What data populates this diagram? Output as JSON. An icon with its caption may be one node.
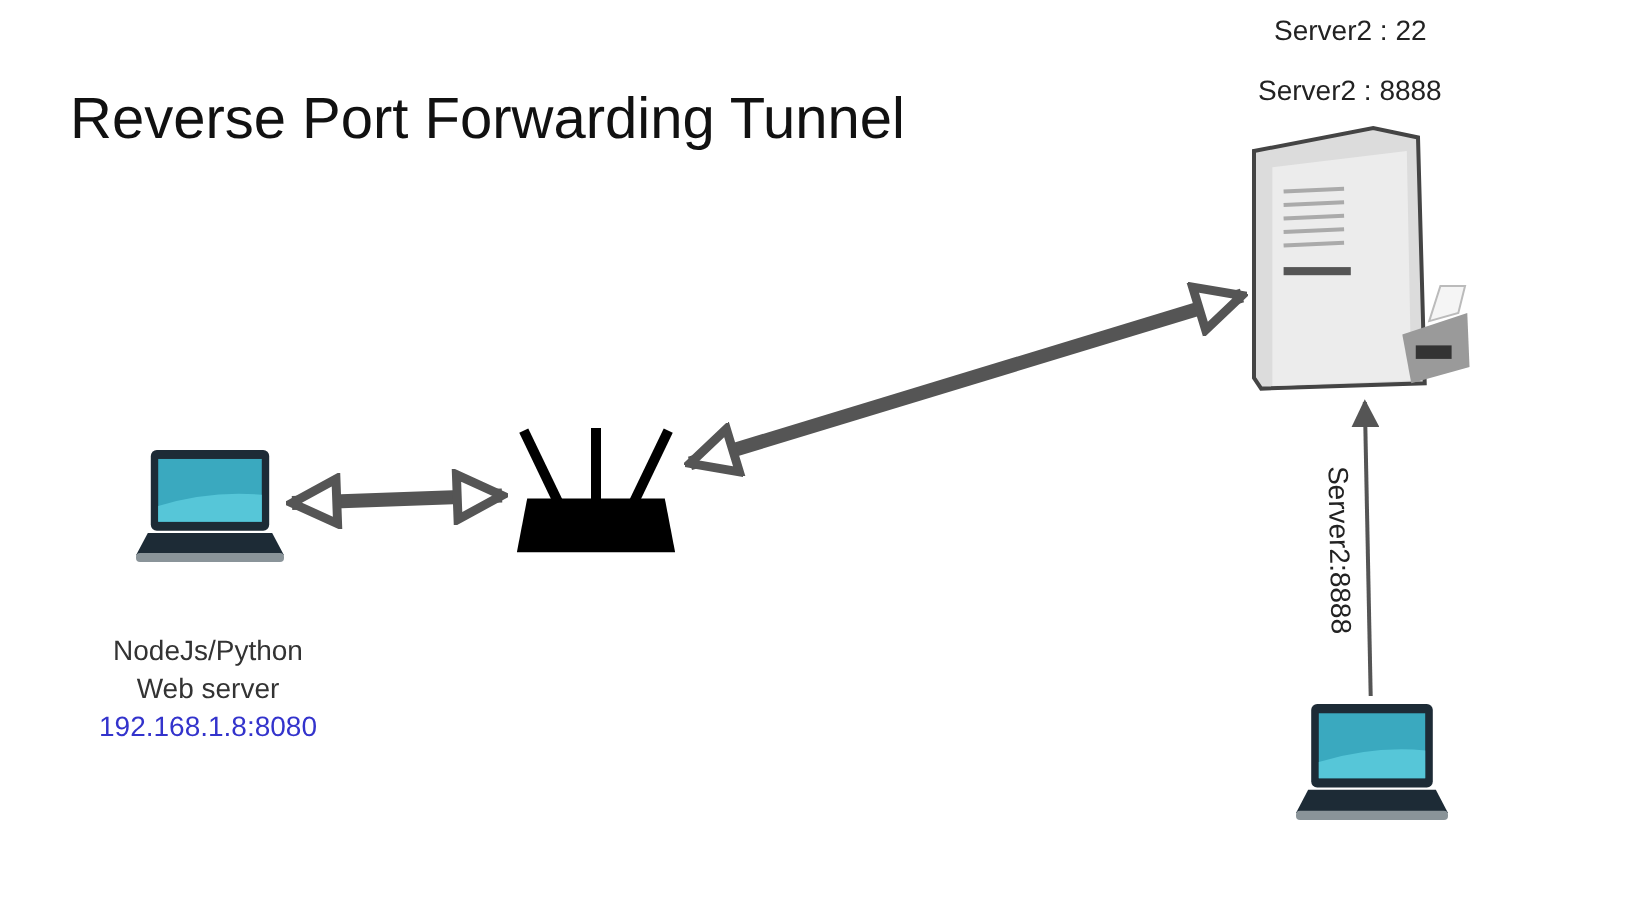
{
  "diagram": {
    "title": "Reverse Port Forwarding Tunnel",
    "nodes": [
      {
        "text": [],
        "shape": "laptop",
        "beside": [
          "NodeJs/Python Web server",
          "192.168.1.8:8080"
        ]
      },
      {
        "text": [],
        "shape": "router"
      },
      {
        "text": [],
        "shape": "server",
        "beside": [
          "Server2 : 22",
          "Server2 : 8888"
        ]
      },
      {
        "text": [],
        "shape": "laptop"
      }
    ],
    "edges": [
      {
        "from": 0,
        "to": 1,
        "arrow": "both"
      },
      {
        "from": 1,
        "to": 2,
        "arrow": "both"
      },
      {
        "from": 3,
        "to": 2,
        "arrow": "to",
        "label": "Server2:8888"
      }
    ]
  }
}
